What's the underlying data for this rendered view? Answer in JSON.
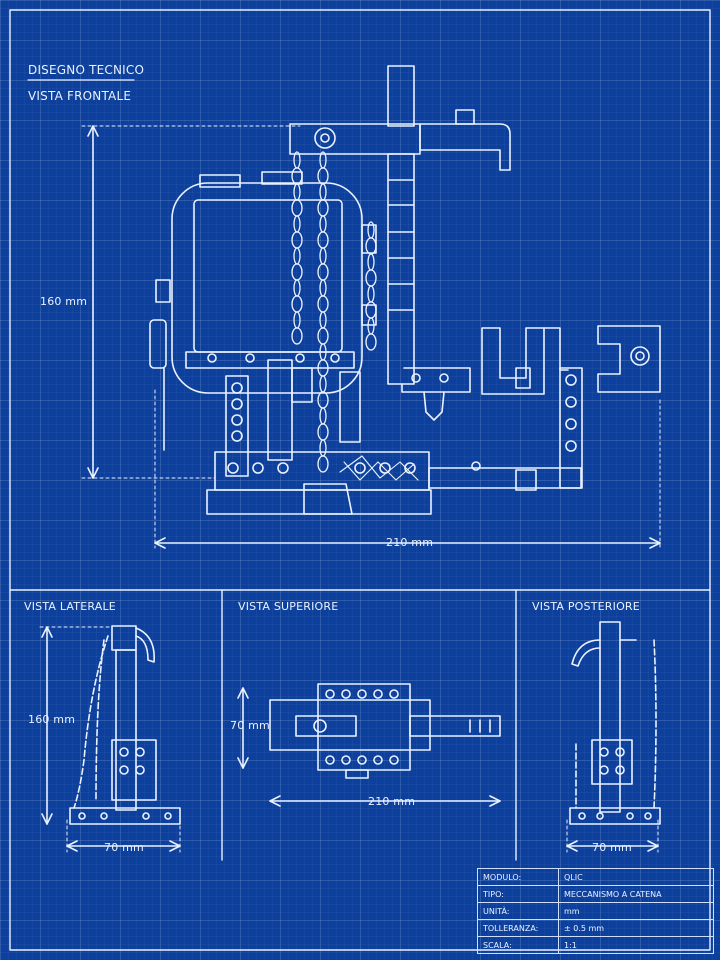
{
  "header": {
    "title": "DISEGNO TECNICO",
    "subtitle": "VISTA FRONTALE"
  },
  "front_view": {
    "height_label": "160 mm",
    "width_label": "210 mm"
  },
  "side_view": {
    "title": "VISTA LATERALE",
    "height_label": "160 mm",
    "width_label": "70 mm"
  },
  "top_view": {
    "title": "VISTA SUPERIORE",
    "height_label": "70 mm",
    "width_label": "210 mm"
  },
  "rear_view": {
    "title": "VISTA POSTERIORE",
    "width_label": "70 mm"
  },
  "title_block": {
    "rows": [
      {
        "key": "MODULO:",
        "value": "QLIC"
      },
      {
        "key": "TIPO:",
        "value": "MECCANISMO A CATENA"
      },
      {
        "key": "UNITÀ:",
        "value": "mm"
      },
      {
        "key": "TOLLERANZA:",
        "value": "± 0.5 mm"
      },
      {
        "key": "SCALA:",
        "value": "1:1"
      }
    ]
  },
  "colors": {
    "background": "#0d409c",
    "line": "#eaf2ff"
  }
}
